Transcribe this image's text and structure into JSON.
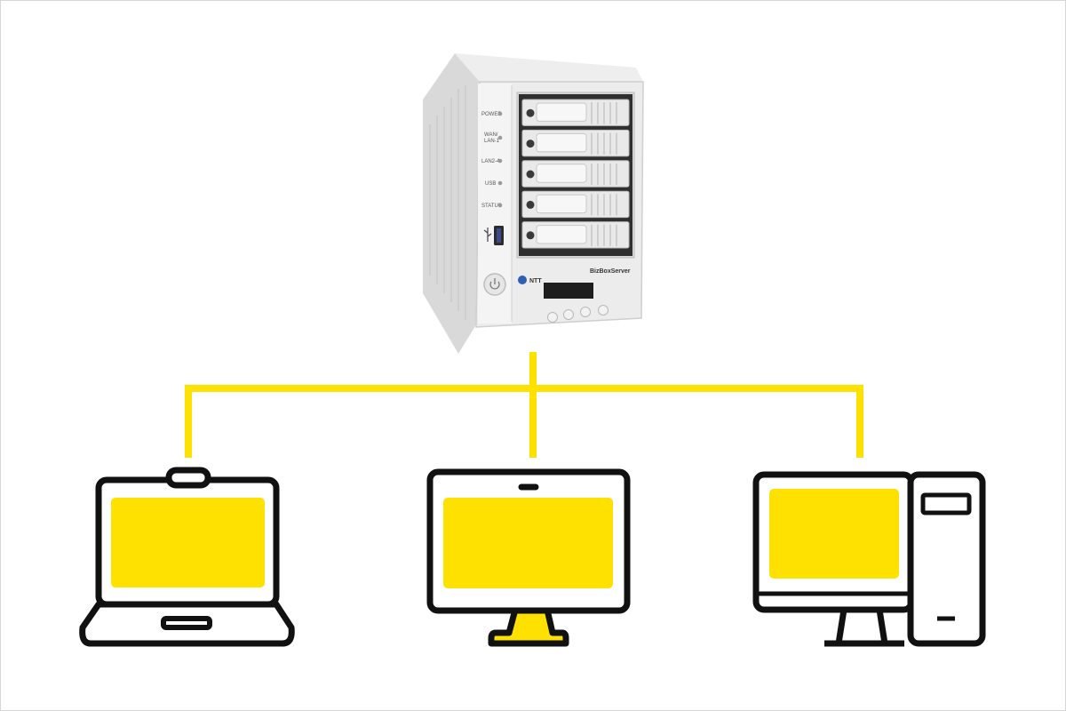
{
  "diagram": {
    "connector_color": "#ffe100",
    "screen_color": "#ffe100",
    "outline_color": "#111111"
  },
  "server": {
    "icon": "nas-server-icon",
    "drive_bays": 5,
    "led_labels": [
      "POWER",
      "WAN/",
      "LAN-1",
      "LAN2-4",
      "USB",
      "STATUS"
    ],
    "brand_logo": "NTT",
    "model_label": "BizBoxServer"
  },
  "clients": [
    {
      "icon": "laptop-icon"
    },
    {
      "icon": "monitor-icon"
    },
    {
      "icon": "desktop-pc-icon"
    }
  ]
}
